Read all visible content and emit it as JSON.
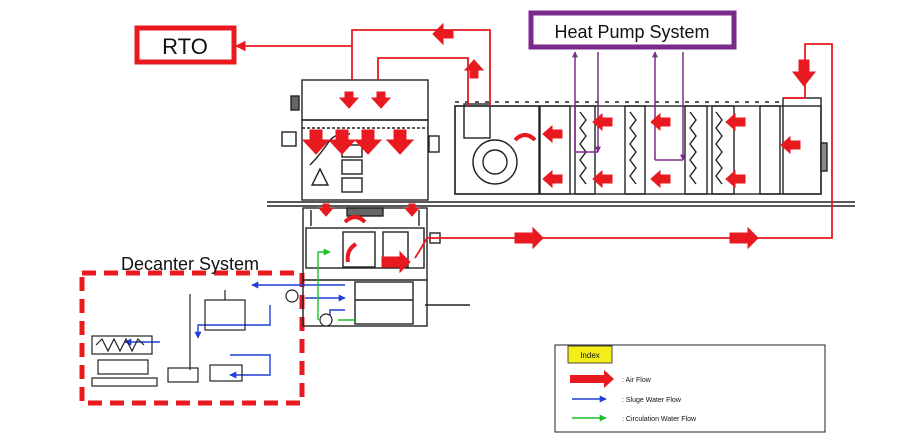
{
  "labels": {
    "rto": "RTO",
    "heat_pump": "Heat Pump System",
    "decanter": "Decanter System"
  },
  "legend": {
    "header": "Index",
    "items": [
      {
        "text": ": Air Flow",
        "kind": "air-flow"
      },
      {
        "text": ": Sluge Water Flow",
        "kind": "sludge-water-flow"
      },
      {
        "text": ": Circulation Water Flow",
        "kind": "circulation-water-flow"
      }
    ]
  },
  "colors": {
    "air": "#e8191f",
    "sludge": "#1f3fd6",
    "circulation": "#19c22a",
    "heat_pump_border": "#7a2a8c",
    "legend_header": "#f3ee1a",
    "line": "#222222"
  }
}
